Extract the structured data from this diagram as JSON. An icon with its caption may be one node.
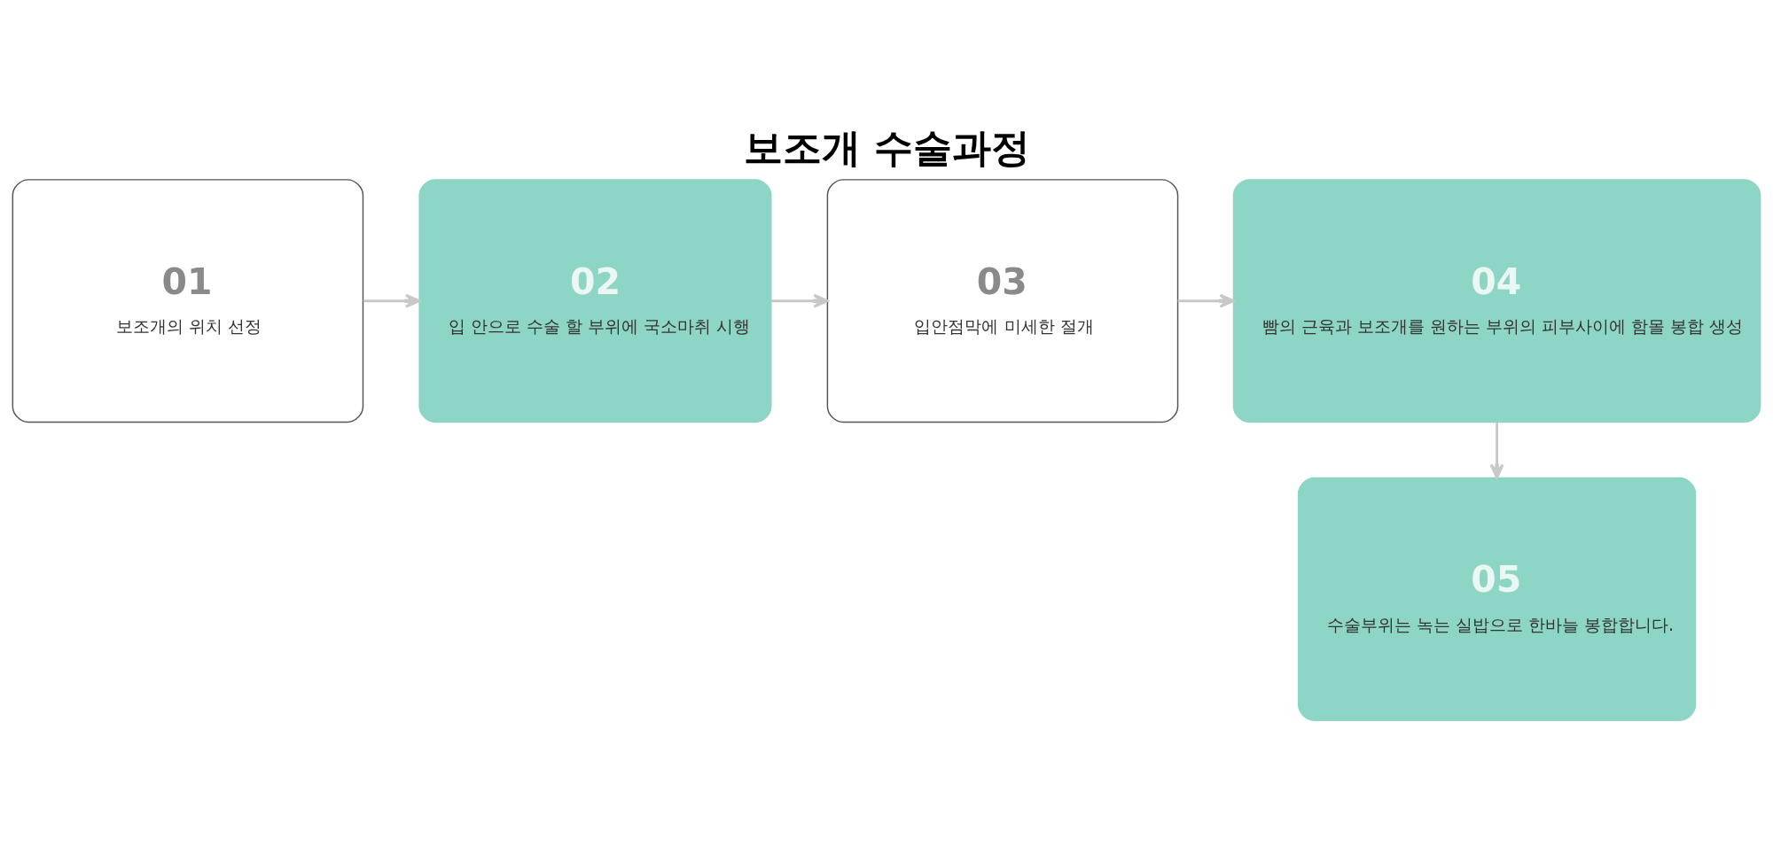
{
  "diagram": {
    "title": "보조개 수술과정",
    "nodes": [
      {
        "text": [
          "01",
          "보조개의 위치 선정"
        ]
      },
      {
        "text": [
          "02",
          "입 안으로 수술 할 부위에 국소마취 시행"
        ]
      },
      {
        "text": [
          "03",
          "입안점막에 미세한 절개"
        ]
      },
      {
        "text": [
          "04",
          "빰의 근육과 보조개를 원하는 부위의 피부사이에 함몰 봉합 생성"
        ]
      },
      {
        "text": [
          "05",
          "수술부위는 녹는 실밥으로 한바늘 봉합합니다."
        ]
      }
    ],
    "edges": [
      {
        "from": 0,
        "to": 1,
        "arrow": "to"
      },
      {
        "from": 1,
        "to": 2,
        "arrow": "to"
      },
      {
        "from": 2,
        "to": 3,
        "arrow": "to"
      },
      {
        "from": 3,
        "to": 4,
        "arrow": "to"
      }
    ]
  }
}
